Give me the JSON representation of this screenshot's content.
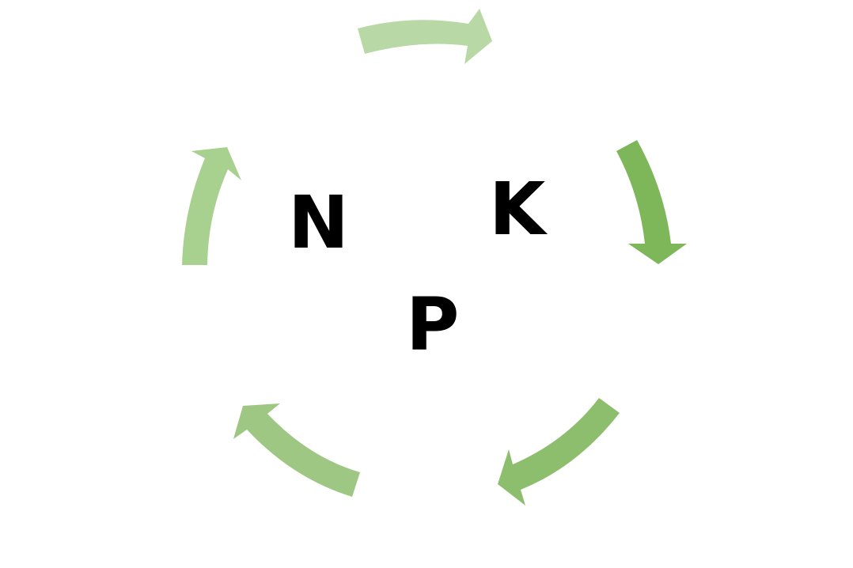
{
  "diagram": {
    "type": "cycle",
    "labels": {
      "n": "N",
      "k": "K",
      "p": "P"
    },
    "arrows": [
      {
        "id": "top",
        "direction": "right",
        "color": "#b8d8a6"
      },
      {
        "id": "right",
        "direction": "down",
        "color": "#7eb65a"
      },
      {
        "id": "bottom-right",
        "direction": "down-left",
        "color": "#8dbe6e"
      },
      {
        "id": "bottom-left",
        "direction": "up-left",
        "color": "#9dc783"
      },
      {
        "id": "left",
        "direction": "up",
        "color": "#a8d08f"
      }
    ]
  }
}
